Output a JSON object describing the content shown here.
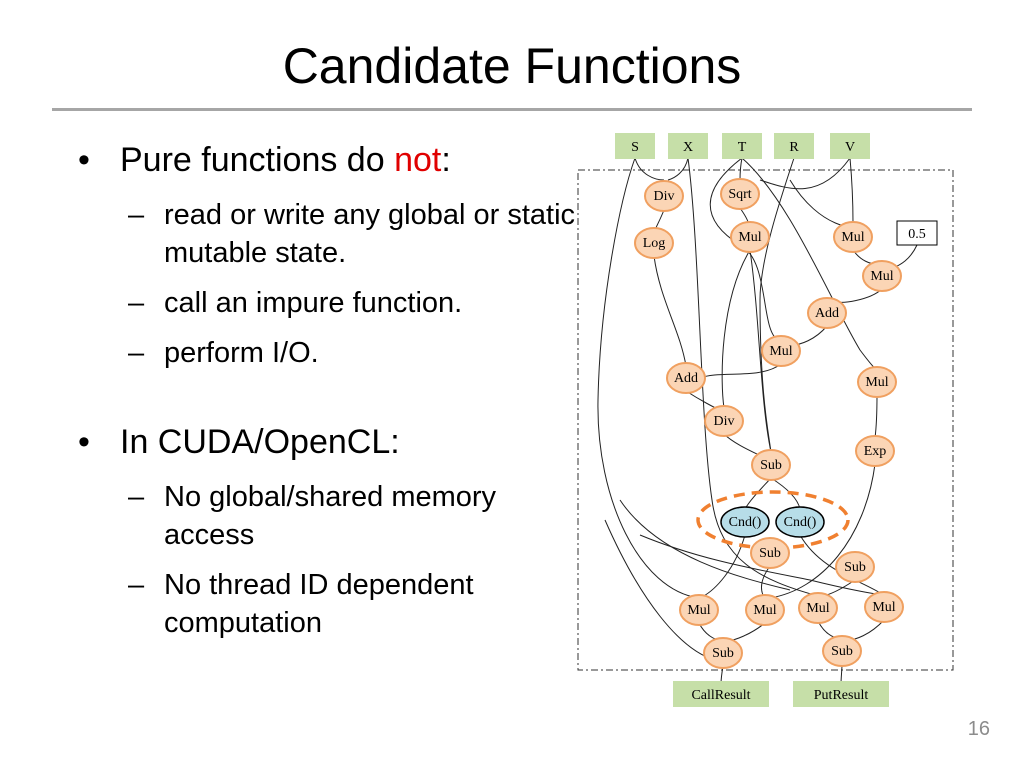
{
  "slide": {
    "title": "Candidate Functions",
    "page_number": "16",
    "bullets": [
      {
        "text_before": "Pure functions do ",
        "emphasis": "not",
        "text_after": ":",
        "subitems": [
          "read or write any global or static mutable state.",
          "call an impure function.",
          "perform I/O."
        ]
      },
      {
        "text": "In CUDA/OpenCL:",
        "subitems": [
          "No global/shared memory access",
          "No thread ID dependent computation"
        ]
      }
    ]
  },
  "diagram": {
    "inputs": [
      "S",
      "X",
      "T",
      "R",
      "V"
    ],
    "constant": "0.5",
    "nodes": [
      "Div",
      "Sqrt",
      "Log",
      "Mul",
      "Mul",
      "Mul",
      "Add",
      "Mul",
      "Add",
      "Mul",
      "Div",
      "Exp",
      "Sub",
      "Cnd()",
      "Cnd()",
      "Sub",
      "Sub",
      "Mul",
      "Mul",
      "Mul",
      "Mul",
      "Sub",
      "Sub"
    ],
    "outputs": [
      "CallResult",
      "PutResult"
    ],
    "colors": {
      "input_box": "#c6dfa8",
      "op_node": "#fbd5b5",
      "op_stroke": "#f0a060",
      "cnd_node": "#b7dde8",
      "highlight": "#f08030"
    }
  }
}
